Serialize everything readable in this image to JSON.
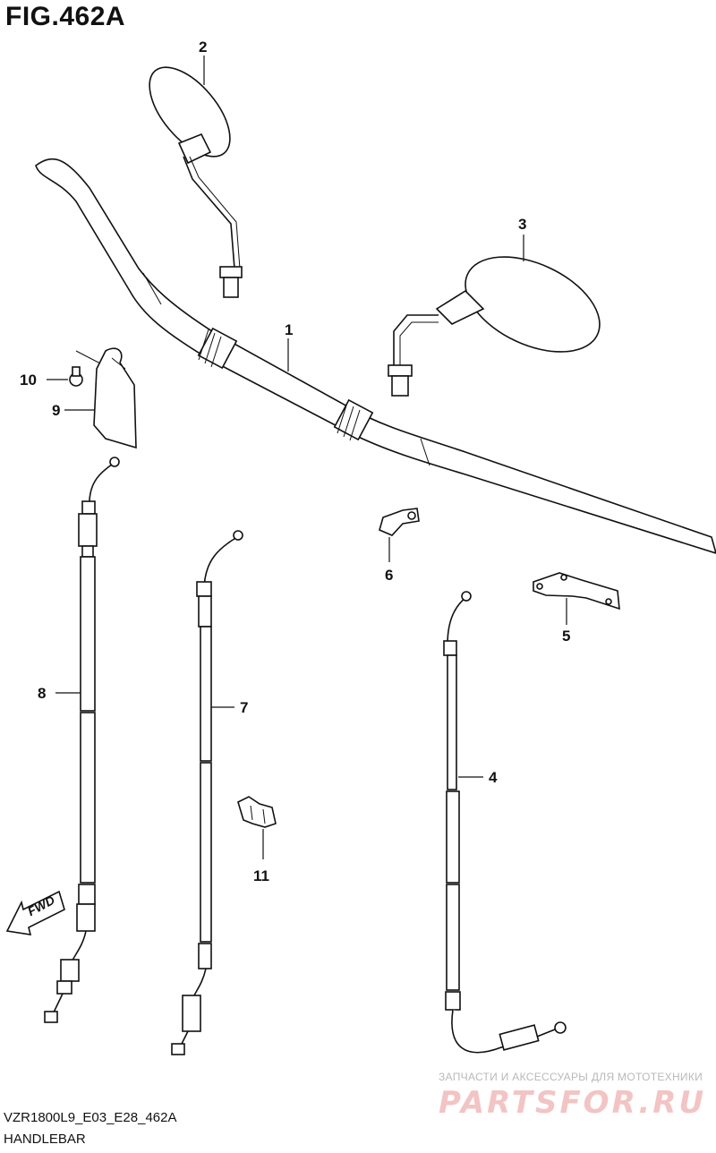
{
  "figure": {
    "title": "FIG.462A"
  },
  "callouts": [
    "1",
    "2",
    "3",
    "4",
    "5",
    "6",
    "7",
    "8",
    "9",
    "10",
    "11"
  ],
  "fwd_label": "FWD",
  "footer": {
    "code": "VZR1800L9_E03_E28_462A",
    "caption": "HANDLEBAR"
  },
  "watermark": {
    "tagline": "ЗАПЧАСТИ И АКСЕССУАРЫ ДЛЯ МОТОТЕХНИКИ",
    "brand": "PARTSFOR.RU"
  }
}
